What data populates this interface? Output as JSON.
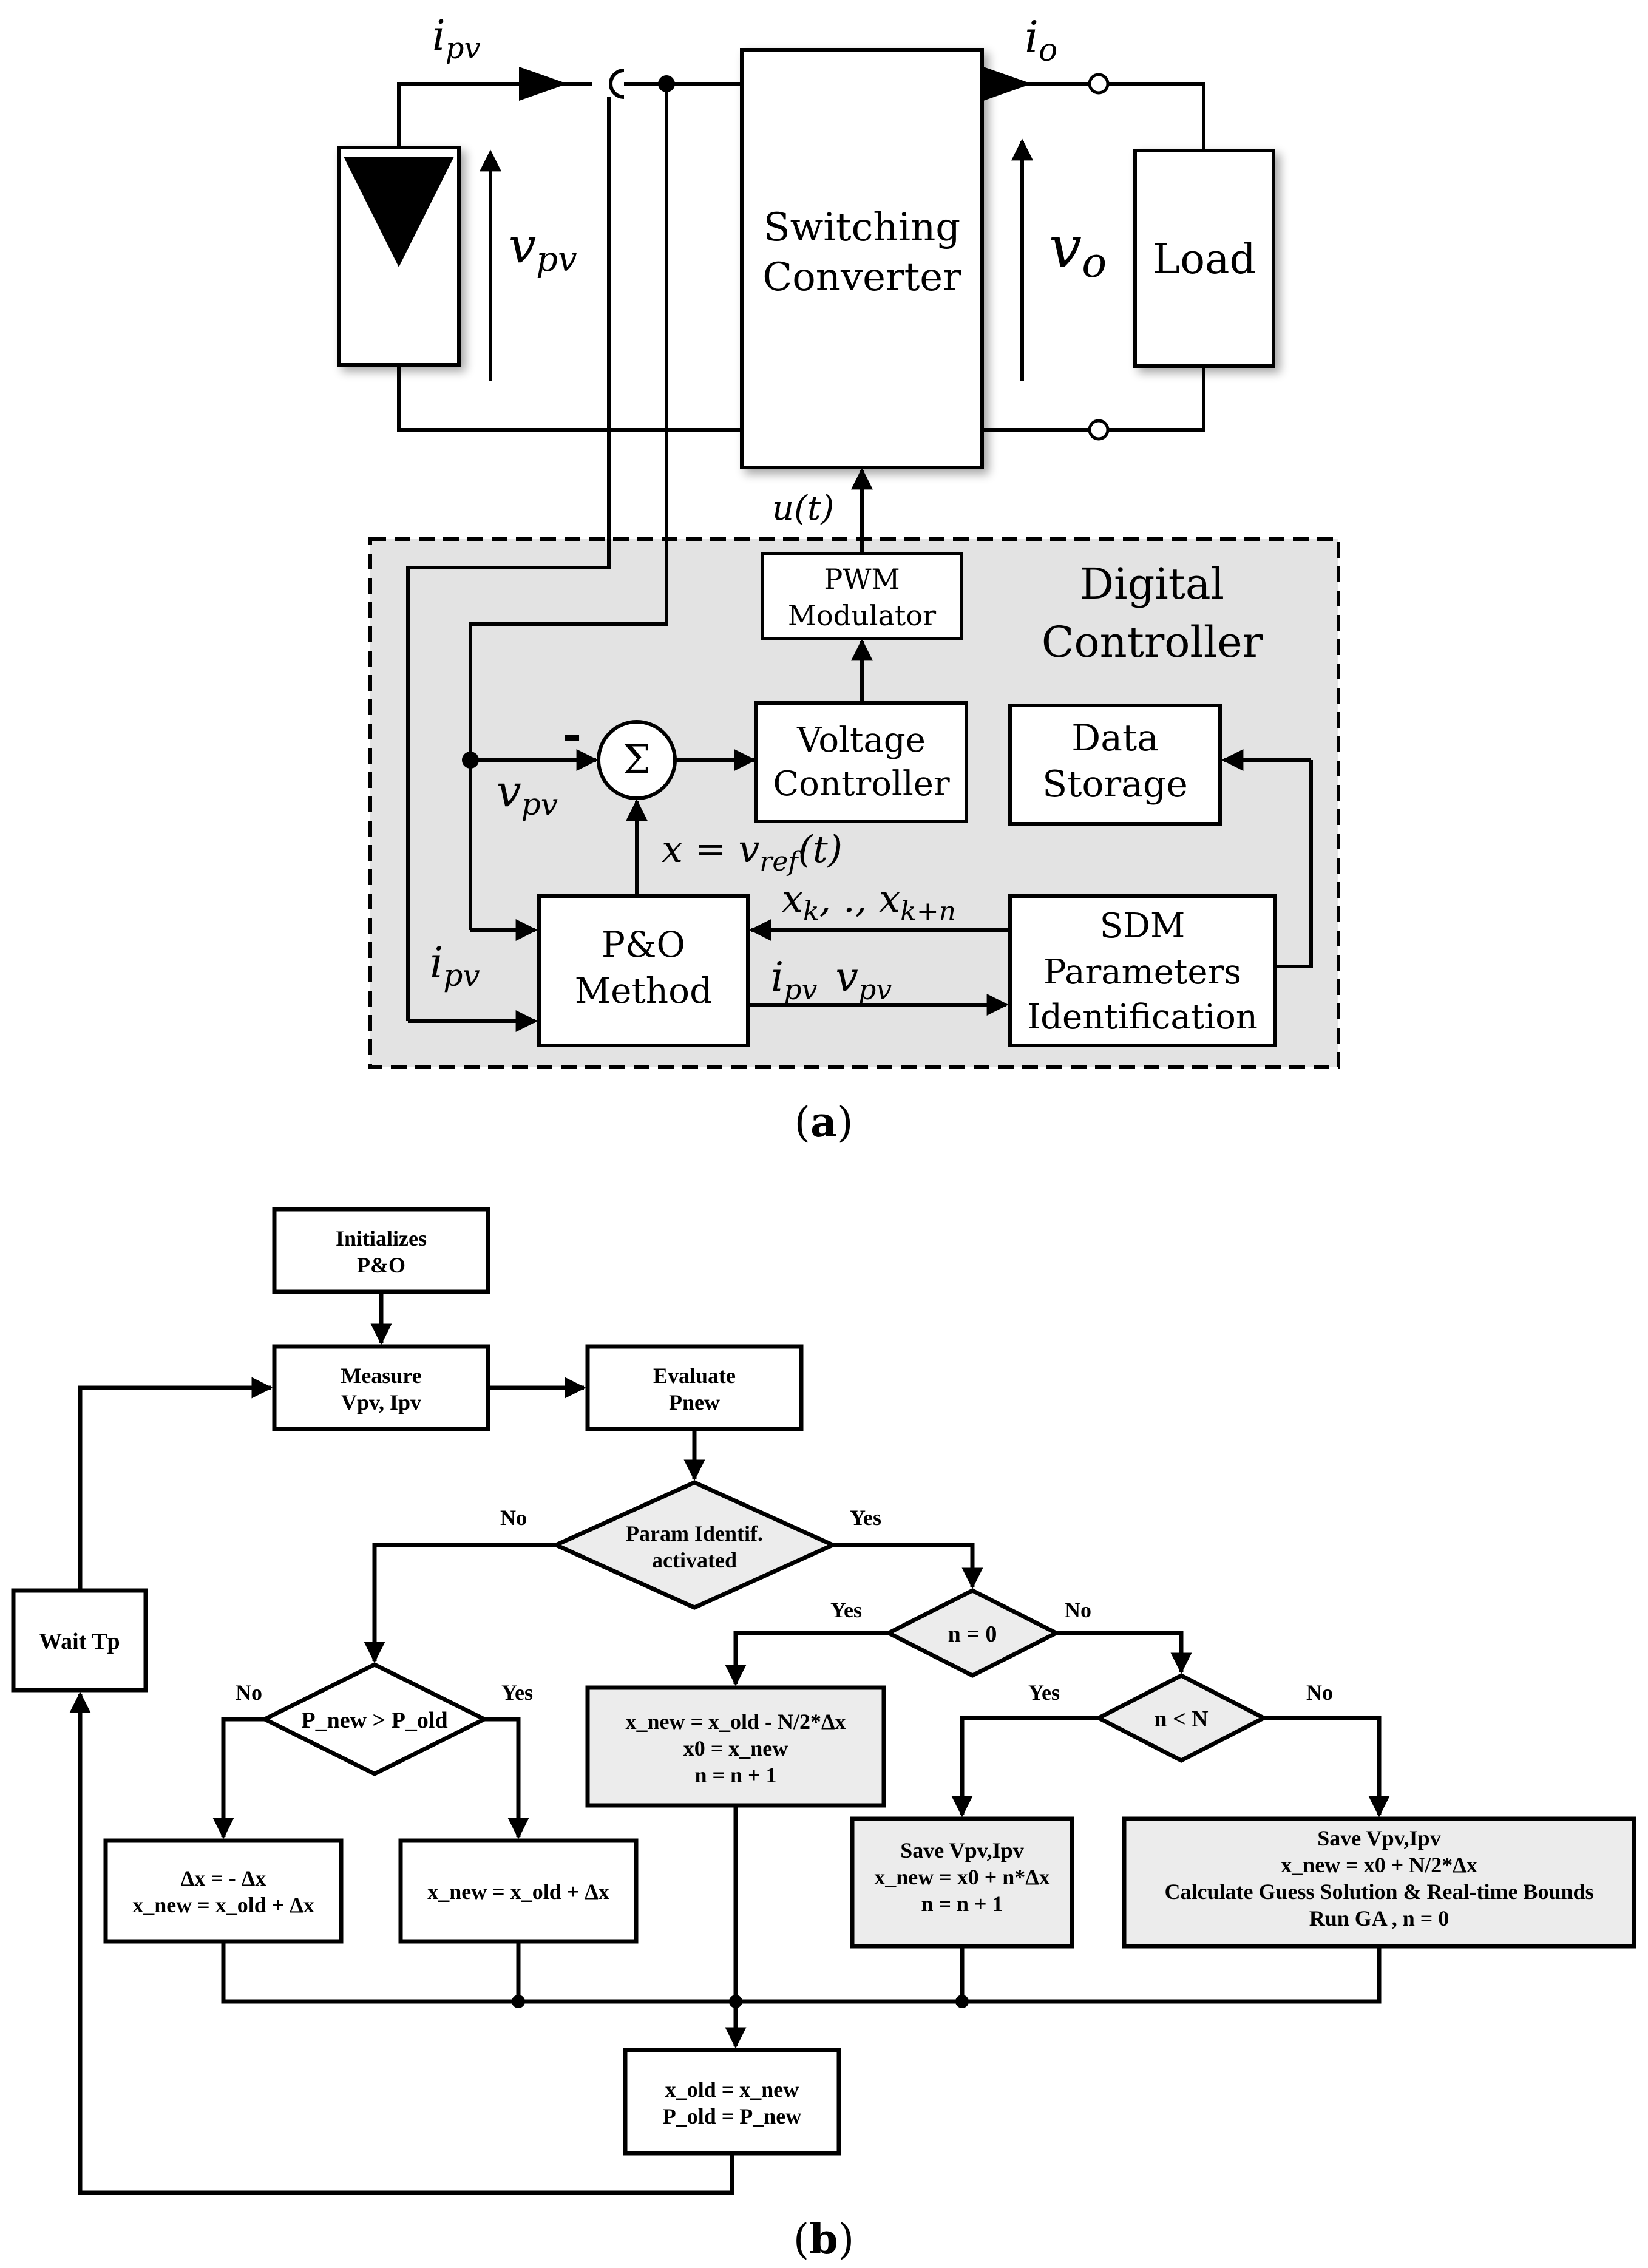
{
  "panel_a": {
    "caption": {
      "open": "(",
      "letter": "a",
      "close": ")"
    },
    "ipv_top": {
      "base": "i",
      "sub": "pv"
    },
    "io": {
      "base": "i",
      "sub": "o"
    },
    "vpv_left": {
      "base": "v",
      "sub": "pv"
    },
    "vo": {
      "base": "v",
      "sub": "o"
    },
    "converter": [
      "Switching",
      "Converter"
    ],
    "load": "Load",
    "ut": "u(t)",
    "pwm": [
      "PWM",
      "Modulator"
    ],
    "digital_controller": [
      "Digital",
      "Controller"
    ],
    "sigma": "Σ",
    "minus": "-",
    "voltage_controller": [
      "Voltage",
      "Controller"
    ],
    "data_storage": [
      "Data",
      "Storage"
    ],
    "vpv_inner": {
      "base": "v",
      "sub": "pv"
    },
    "xref": {
      "pre": "x = v",
      "sub": "ref",
      "post": "(t)"
    },
    "xk": {
      "a": "x",
      "asub": "k",
      "mid": ", ., x",
      "bsub": "k+n"
    },
    "ipv_inner": {
      "base": "i",
      "sub": "pv"
    },
    "po_method": [
      "P&O",
      "Method"
    ],
    "ipv_vpv": {
      "a": "i",
      "asub": "pv",
      "b": "v",
      "bsub": "pv"
    },
    "sdm": [
      "SDM",
      "Parameters",
      "Identification"
    ]
  },
  "panel_b": {
    "caption": {
      "open": "(",
      "letter": "b",
      "close": ")"
    },
    "init": [
      "Initializes",
      "P&O"
    ],
    "measure": [
      "Measure",
      "Vpv, Ipv"
    ],
    "evaluate": [
      "Evaluate",
      "Pnew"
    ],
    "param": [
      "Param Identif.",
      "activated"
    ],
    "wait": "Wait Tp",
    "n0": "n = 0",
    "pcompare": "P_new > P_old",
    "xnew_init": [
      "x_new = x_old - N/2*Δx",
      "x0 = x_new",
      "n = n + 1"
    ],
    "nN": "n < N",
    "dx_neg": [
      "Δx = - Δx",
      "x_new = x_old + Δx"
    ],
    "xnew_pos": "x_new = x_old + Δx",
    "save_n": [
      "Save Vpv,Ipv",
      "x_new = x0 + n*Δx",
      "n = n + 1"
    ],
    "save_ga": [
      "Save Vpv,Ipv",
      "x_new = x0 + N/2*Δx",
      "Calculate Guess Solution & Real-time Bounds",
      "Run GA , n = 0"
    ],
    "update": [
      "x_old = x_new",
      "P_old = P_new"
    ],
    "no": "No",
    "yes": "Yes"
  }
}
